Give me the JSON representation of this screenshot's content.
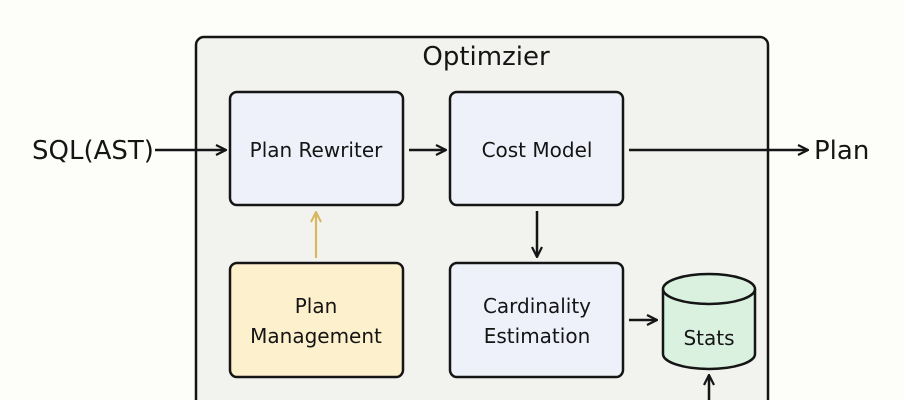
{
  "diagram": {
    "container_title": "Optimzier",
    "input_label": "SQL(AST)",
    "output_label": "Plan",
    "nodes": {
      "plan_rewriter": {
        "line1": "Plan Rewriter"
      },
      "cost_model": {
        "line1": "Cost Model"
      },
      "plan_management": {
        "line1": "Plan",
        "line2": "Management"
      },
      "cardinality_estimation": {
        "line1": "Cardinality",
        "line2": "Estimation"
      },
      "stats": {
        "line1": "Stats"
      }
    }
  },
  "colors": {
    "background": "#fdfdf9",
    "container_fill": "#f2f2ef",
    "stroke": "#151515",
    "blue_box_fill": "#eef1f9",
    "yellow_box_fill": "#fdf0cc",
    "green_db_fill": "#daf1e0",
    "gold_arrow": "#d8b75e"
  }
}
